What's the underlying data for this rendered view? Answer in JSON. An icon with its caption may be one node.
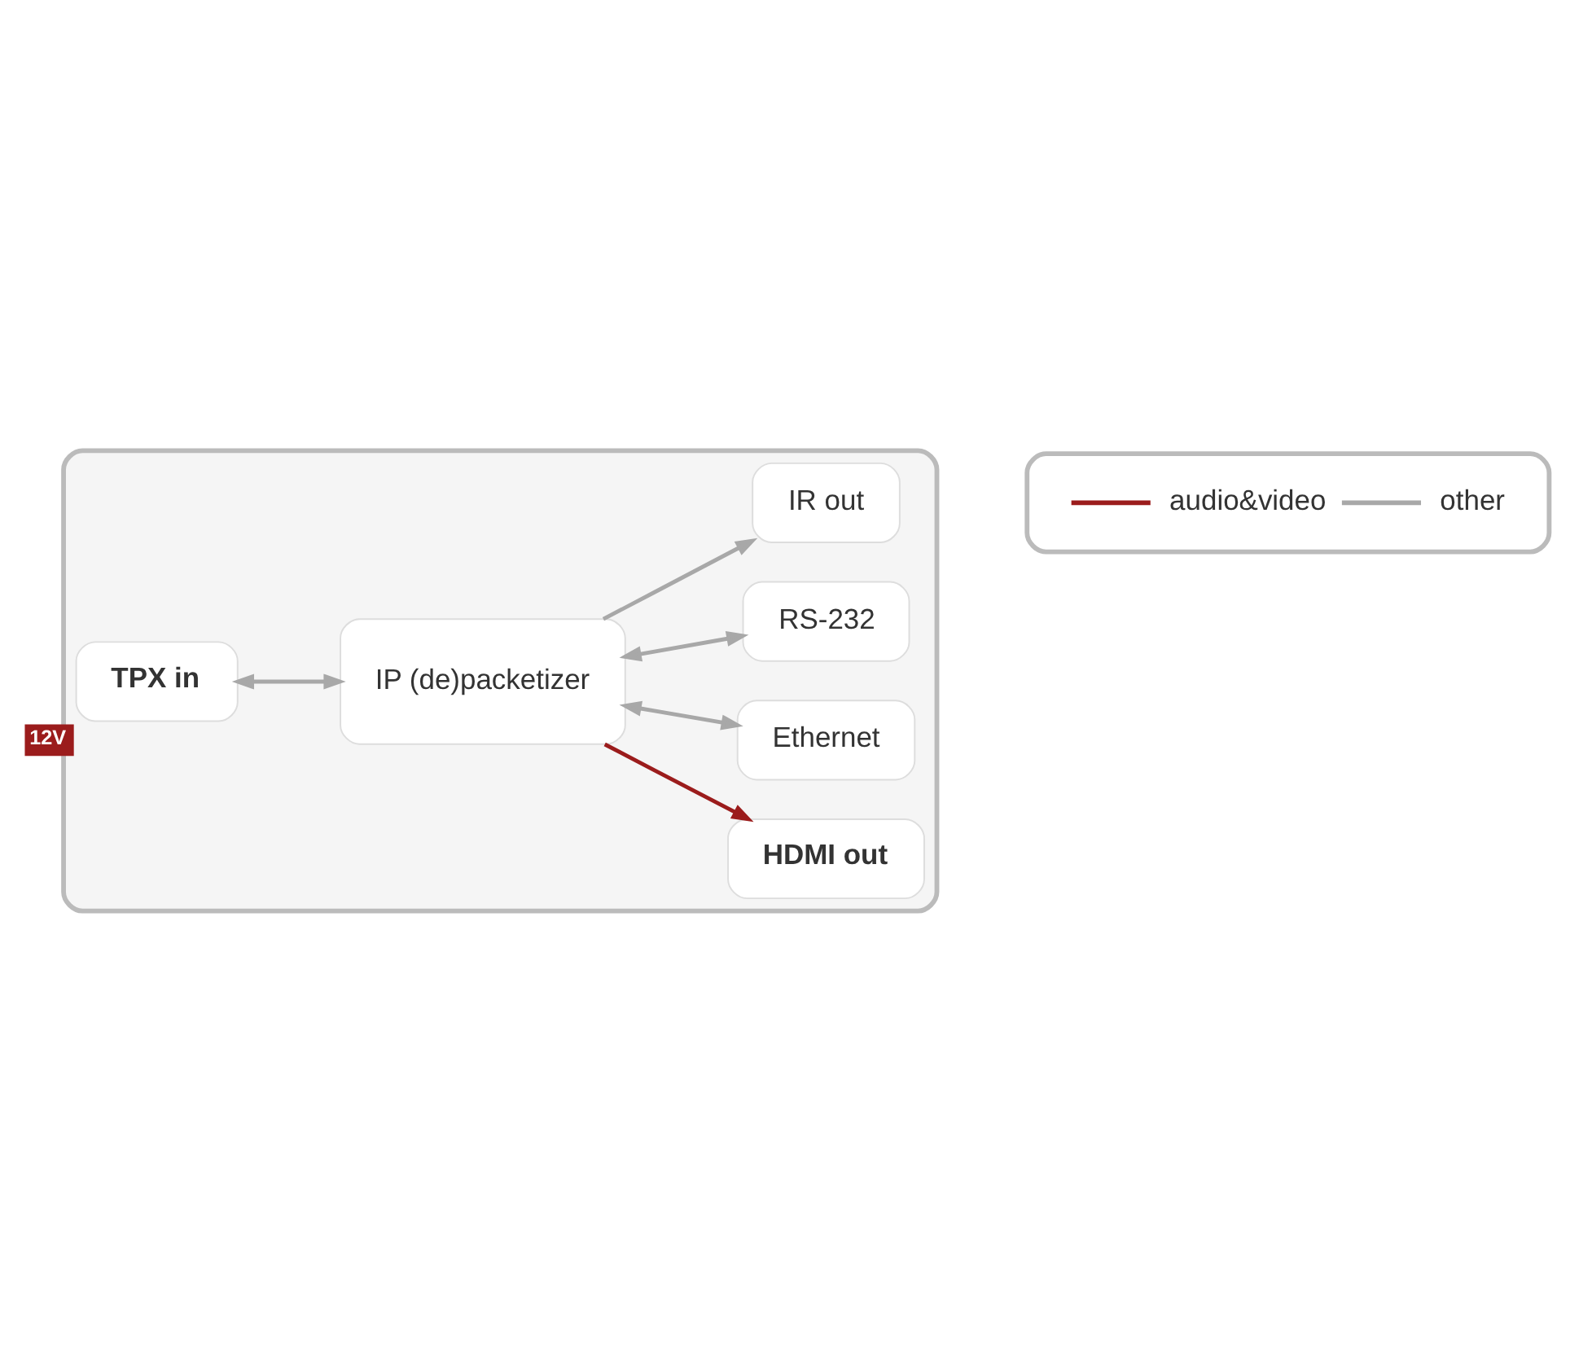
{
  "diagram": {
    "nodes": [
      {
        "text": [],
        "shape": "box"
      },
      {
        "text": [
          "TPX in"
        ],
        "in": 0,
        "beside": [
          "12V"
        ]
      },
      {
        "text": [
          "IP (de)packetizer"
        ],
        "in": 0
      },
      {
        "text": [
          "HDMI out"
        ],
        "in": 0
      },
      {
        "text": [
          "Ethernet"
        ],
        "in": 0
      },
      {
        "text": [
          "RS-232"
        ],
        "in": 0
      },
      {
        "text": [
          "IR out"
        ],
        "in": 0
      }
    ],
    "edges": [
      {
        "from": 1,
        "to": 2,
        "arrow": "both"
      },
      {
        "from": 2,
        "to": 3,
        "arrow": "to",
        "color": "#9b1c1c"
      },
      {
        "from": 2,
        "to": 4,
        "arrow": "both"
      },
      {
        "from": 2,
        "to": 5,
        "arrow": "both"
      },
      {
        "from": 2,
        "to": 6,
        "arrow": "to"
      }
    ],
    "legend": [
      {
        "text": "audio&video"
      },
      {
        "text": "other"
      }
    ]
  }
}
